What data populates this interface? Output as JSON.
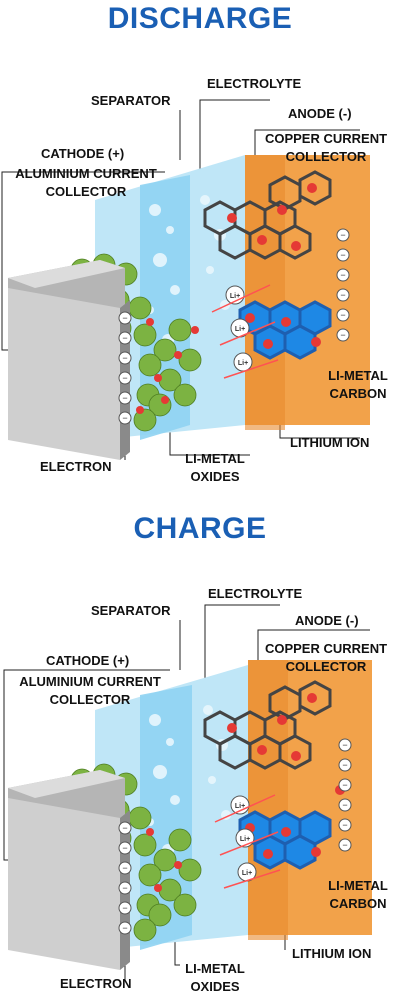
{
  "discharge": {
    "title": "DISCHARGE",
    "labels": {
      "separator": "SEPARATOR",
      "electrolyte": "ELECTROLYTE",
      "anode": "ANODE (-)",
      "copper_line1": "COPPER CURRENT",
      "copper_line2": "COLLECTOR",
      "cathode": "CATHODE (+)",
      "aluminium_line1": "ALUMINIUM CURRENT",
      "aluminium_line2": "COLLECTOR",
      "li_metal_carbon_line1": "LI-METAL",
      "li_metal_carbon_line2": "CARBON",
      "lithium_ion": "LITHIUM ION",
      "electron": "ELECTRON",
      "li_metal_oxides_line1": "LI-METAL",
      "li_metal_oxides_line2": "OXIDES",
      "ion_symbol": "Li+",
      "electron_symbol": "−"
    }
  },
  "charge": {
    "title": "CHARGE",
    "labels": {
      "separator": "SEPARATOR",
      "electrolyte": "ELECTROLYTE",
      "anode": "ANODE (-)",
      "copper_line1": "COPPER CURRENT",
      "copper_line2": "COLLECTOR",
      "cathode": "CATHODE (+)",
      "aluminium_line1": "ALUMINIUM CURRENT",
      "aluminium_line2": "COLLECTOR",
      "li_metal_carbon_line1": "LI-METAL",
      "li_metal_carbon_line2": "CARBON",
      "lithium_ion": "LITHIUM ION",
      "electron": "ELECTRON",
      "li_metal_oxides_line1": "LI-METAL",
      "li_metal_oxides_line2": "OXIDES",
      "ion_symbol": "Li+",
      "electron_symbol": "−"
    }
  },
  "colors": {
    "title": "#1a5fb4",
    "cathode_plate": "#c9c9c9",
    "electrolyte": "#bfe6f7",
    "separator": "#8fd3f2",
    "anode_plate": "#f2a24a",
    "graphite_blue": "#1e88e5",
    "li_oxide_green": "#7cb342",
    "ion_red": "#e53935",
    "arrow": "#ff5252"
  },
  "icons": [
    "electron-icon",
    "lithium-ion-icon",
    "arrow-icon"
  ]
}
